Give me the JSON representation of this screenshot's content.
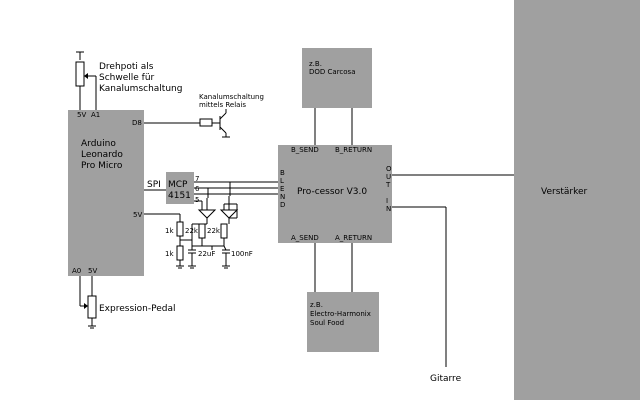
{
  "arduino": {
    "line1": "Arduino",
    "line2": "Leonardo",
    "line3": "Pro Micro",
    "pin_5v": "5V",
    "pin_a1": "A1",
    "pin_d8": "D8",
    "pin_5v_mid": "5V",
    "pin_a0": "A0",
    "pin_5v_bottom": "5V",
    "spi": "SPI"
  },
  "pot_top": {
    "line1": "Drehpoti als",
    "line2": "Schwelle für",
    "line3": "Kanalumschaltung"
  },
  "relay": {
    "line1": "Kanalumschaltung",
    "line2": "mittels Relais"
  },
  "mcp": {
    "line1": "MCP",
    "line2": "4151",
    "pin7": "7",
    "pin6": "6",
    "pin5": "5"
  },
  "components": {
    "r1": "1k",
    "r2": "22k",
    "r3": "22k",
    "r4": "1k",
    "c1": "22uF",
    "c2": "100nF"
  },
  "expression_pedal": "Expression-Pedal",
  "processor": {
    "title": "Pro-cessor V3.0",
    "b_send": "B_SEND",
    "b_return": "B_RETURN",
    "a_send": "A_SEND",
    "a_return": "A_RETURN",
    "blend": [
      "B",
      "L",
      "E",
      "N",
      "D"
    ],
    "out": [
      "O",
      "U",
      "T"
    ],
    "in": [
      "I",
      "N"
    ]
  },
  "effect_b": {
    "line1": "z.B.",
    "line2": "DOD Carcosa"
  },
  "effect_a": {
    "line1": "z.B.",
    "line2": "Electro-Harmonix",
    "line3": "Soul Food"
  },
  "amp": "Verstärker",
  "guitar": "Gitarre",
  "colors": {
    "block": "#a0a0a0",
    "wire": "#000000"
  }
}
